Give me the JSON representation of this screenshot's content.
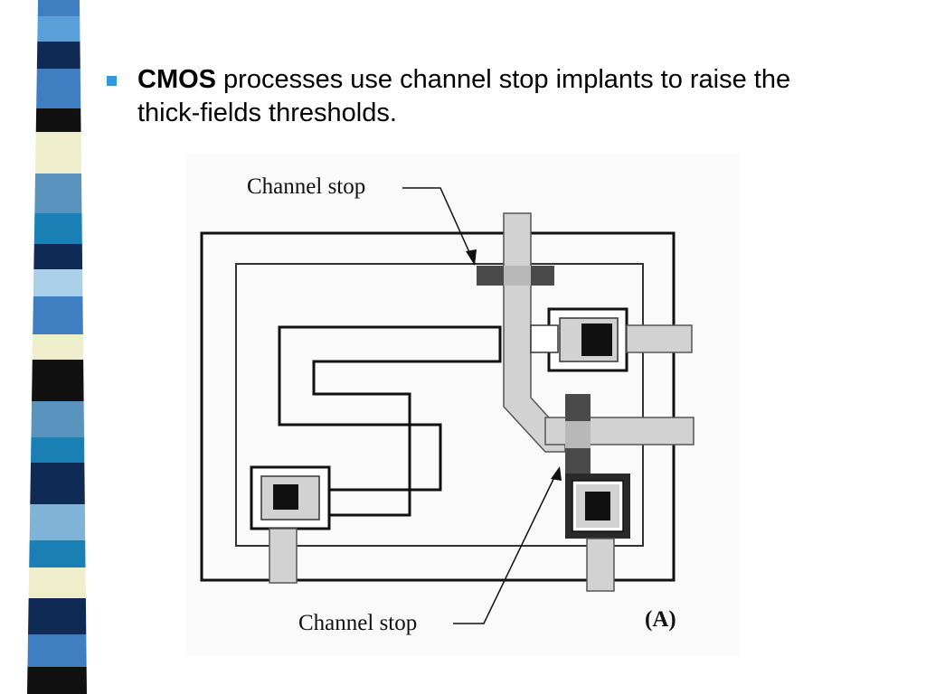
{
  "colors": {
    "bullet": "#3399dd",
    "channel_stop": "#4a4a4a",
    "poly": "#d2d2d2",
    "contact": "#111111",
    "stripe_palette": [
      "#0f2a55",
      "#3f7ec0",
      "#7fb3d8",
      "#f0f0d0",
      "#111111",
      "#1a7fb5",
      "#a9cfe9"
    ]
  },
  "slide": {
    "bullet_keyword": "CMOS",
    "bullet_rest": " processes use channel stop implants to raise the thick-fields thresholds."
  },
  "figure": {
    "label_top": "Channel stop",
    "label_bottom": "Channel stop",
    "tag": "(A)"
  }
}
